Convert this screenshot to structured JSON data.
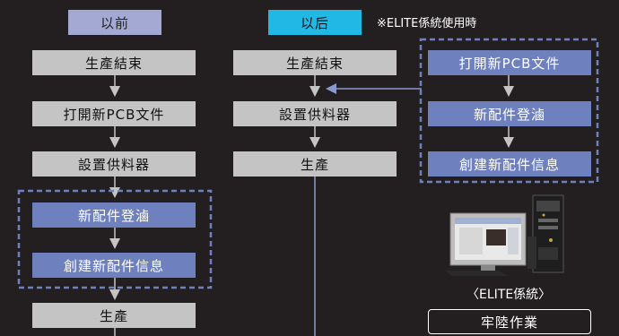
{
  "header": {
    "before_label": "以前",
    "after_label": "以后",
    "note": "※ELITE係統使用時"
  },
  "before_flow": {
    "steps": [
      "生產結束",
      "打開新PCB文件",
      "設置供料器",
      "新配件登滷",
      "創建新配件信息",
      "生產"
    ]
  },
  "after_flow": {
    "steps": [
      "生產結束",
      "設置供料器",
      "生產"
    ]
  },
  "elite_flow": {
    "steps": [
      "打開新PCB文件",
      "新配件登滷",
      "創建新配件信息"
    ]
  },
  "elite_caption": "〈ELITE係統〉",
  "solid_work_label": "牢陸作業",
  "colors": {
    "background": "#231f20",
    "gray_box": "#c4c4c4",
    "blue_box": "#6f80bf",
    "before_header": "#a4a9d4",
    "after_header": "#22b8e6",
    "dashed_border": "#6f80bf",
    "connector": "#8a98d0"
  }
}
